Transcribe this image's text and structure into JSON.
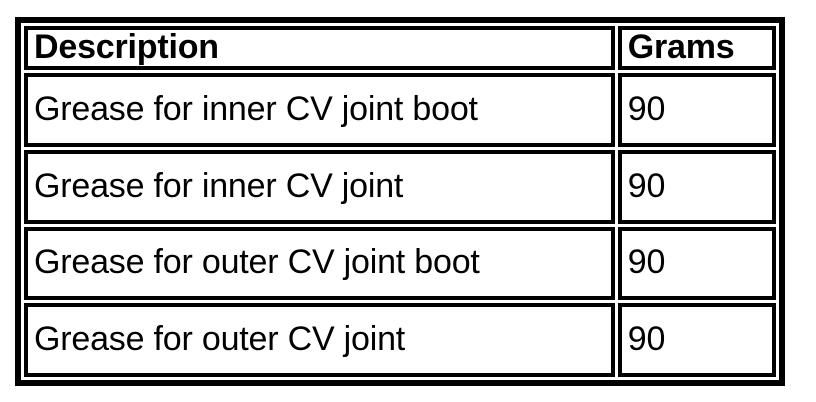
{
  "table": {
    "columns": [
      {
        "key": "description",
        "header": "Description",
        "align": "left"
      },
      {
        "key": "grams",
        "header": "Grams",
        "align": "left"
      }
    ],
    "rows": [
      {
        "description": "Grease for inner CV joint boot",
        "grams": "90"
      },
      {
        "description": "Grease for inner CV joint",
        "grams": "90"
      },
      {
        "description": "Grease for outer CV joint boot",
        "grams": "90"
      },
      {
        "description": "Grease for outer CV joint",
        "grams": "90"
      }
    ]
  },
  "colors": {
    "background": "#ffffff",
    "text": "#000000",
    "border": "#000000"
  }
}
